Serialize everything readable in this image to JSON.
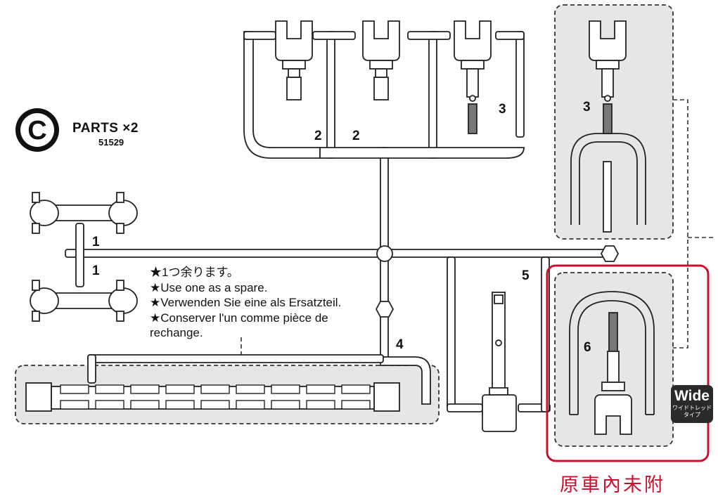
{
  "parts_header": {
    "title": "PARTS ×2",
    "code": "51529",
    "logo_letter": "C"
  },
  "part_labels": {
    "p1a": "1",
    "p1b": "1",
    "p2a": "2",
    "p2b": "2",
    "p3a": "3",
    "p3b": "3",
    "p4": "4",
    "p5": "5",
    "p6": "6"
  },
  "note_lines": [
    "★1つ余ります。",
    "★Use one as a spare.",
    "★Verwenden Sie eine als Ersatzteil.",
    "★Conserver l'un comme pièce de",
    "rechange."
  ],
  "wide_badge": {
    "title": "Wide",
    "subtitle_1": "ワイドトレッド",
    "subtitle_2": "タイプ"
  },
  "not_included_label": "原車內未附",
  "colors": {
    "line": "#222222",
    "shaded_panel": "#e6e6e6",
    "highlight_border": "#c8102e",
    "annotation_text": "#c8102e"
  }
}
